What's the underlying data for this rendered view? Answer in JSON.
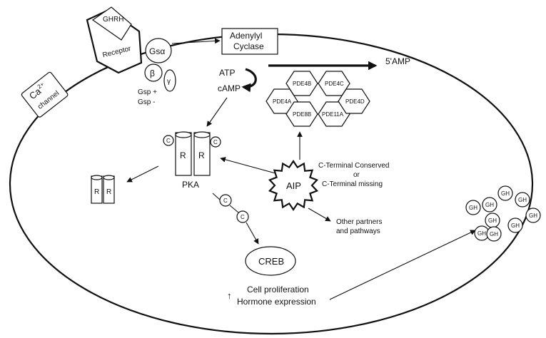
{
  "receptor": {
    "ligand": "GHRH",
    "label": "Receptor"
  },
  "g_protein": {
    "alpha": "Gsα",
    "beta": "β",
    "gamma": "γ",
    "gsp_plus": "Gsp +",
    "gsp_minus": "Gsp -"
  },
  "adenylyl_cyclase": {
    "line1": "Adenylyl",
    "line2": "Cyclase"
  },
  "ca_channel": {
    "ion": "Ca",
    "charge": "2+",
    "label": "channel"
  },
  "nucleotides": {
    "atp": "ATP",
    "camp": "cAMP",
    "amp": "5'AMP"
  },
  "pdes": [
    {
      "id": "pde4b",
      "label": "PDE4B"
    },
    {
      "id": "pde4c",
      "label": "PDE4C"
    },
    {
      "id": "pde4a",
      "label": "PDE4A"
    },
    {
      "id": "pde8b",
      "label": "PDE8B"
    },
    {
      "id": "pde11a",
      "label": "PDE11A"
    },
    {
      "id": "pde4d",
      "label": "PDE4D"
    }
  ],
  "pka": {
    "label": "PKA",
    "regulatory": "R",
    "catalytic": "C"
  },
  "aip": {
    "label": "AIP",
    "note_line1": "C-Terminal  Conserved",
    "note_line2": "or",
    "note_line3": "C-Terminal  missing"
  },
  "other": {
    "line1": "Other partners",
    "line2": "and pathways"
  },
  "creb": {
    "label": "CREB"
  },
  "outcome": {
    "arrow": "↑",
    "line1": "Cell proliferation",
    "line2": "Hormone expression"
  },
  "gh": {
    "label": "GH",
    "count": 9
  }
}
